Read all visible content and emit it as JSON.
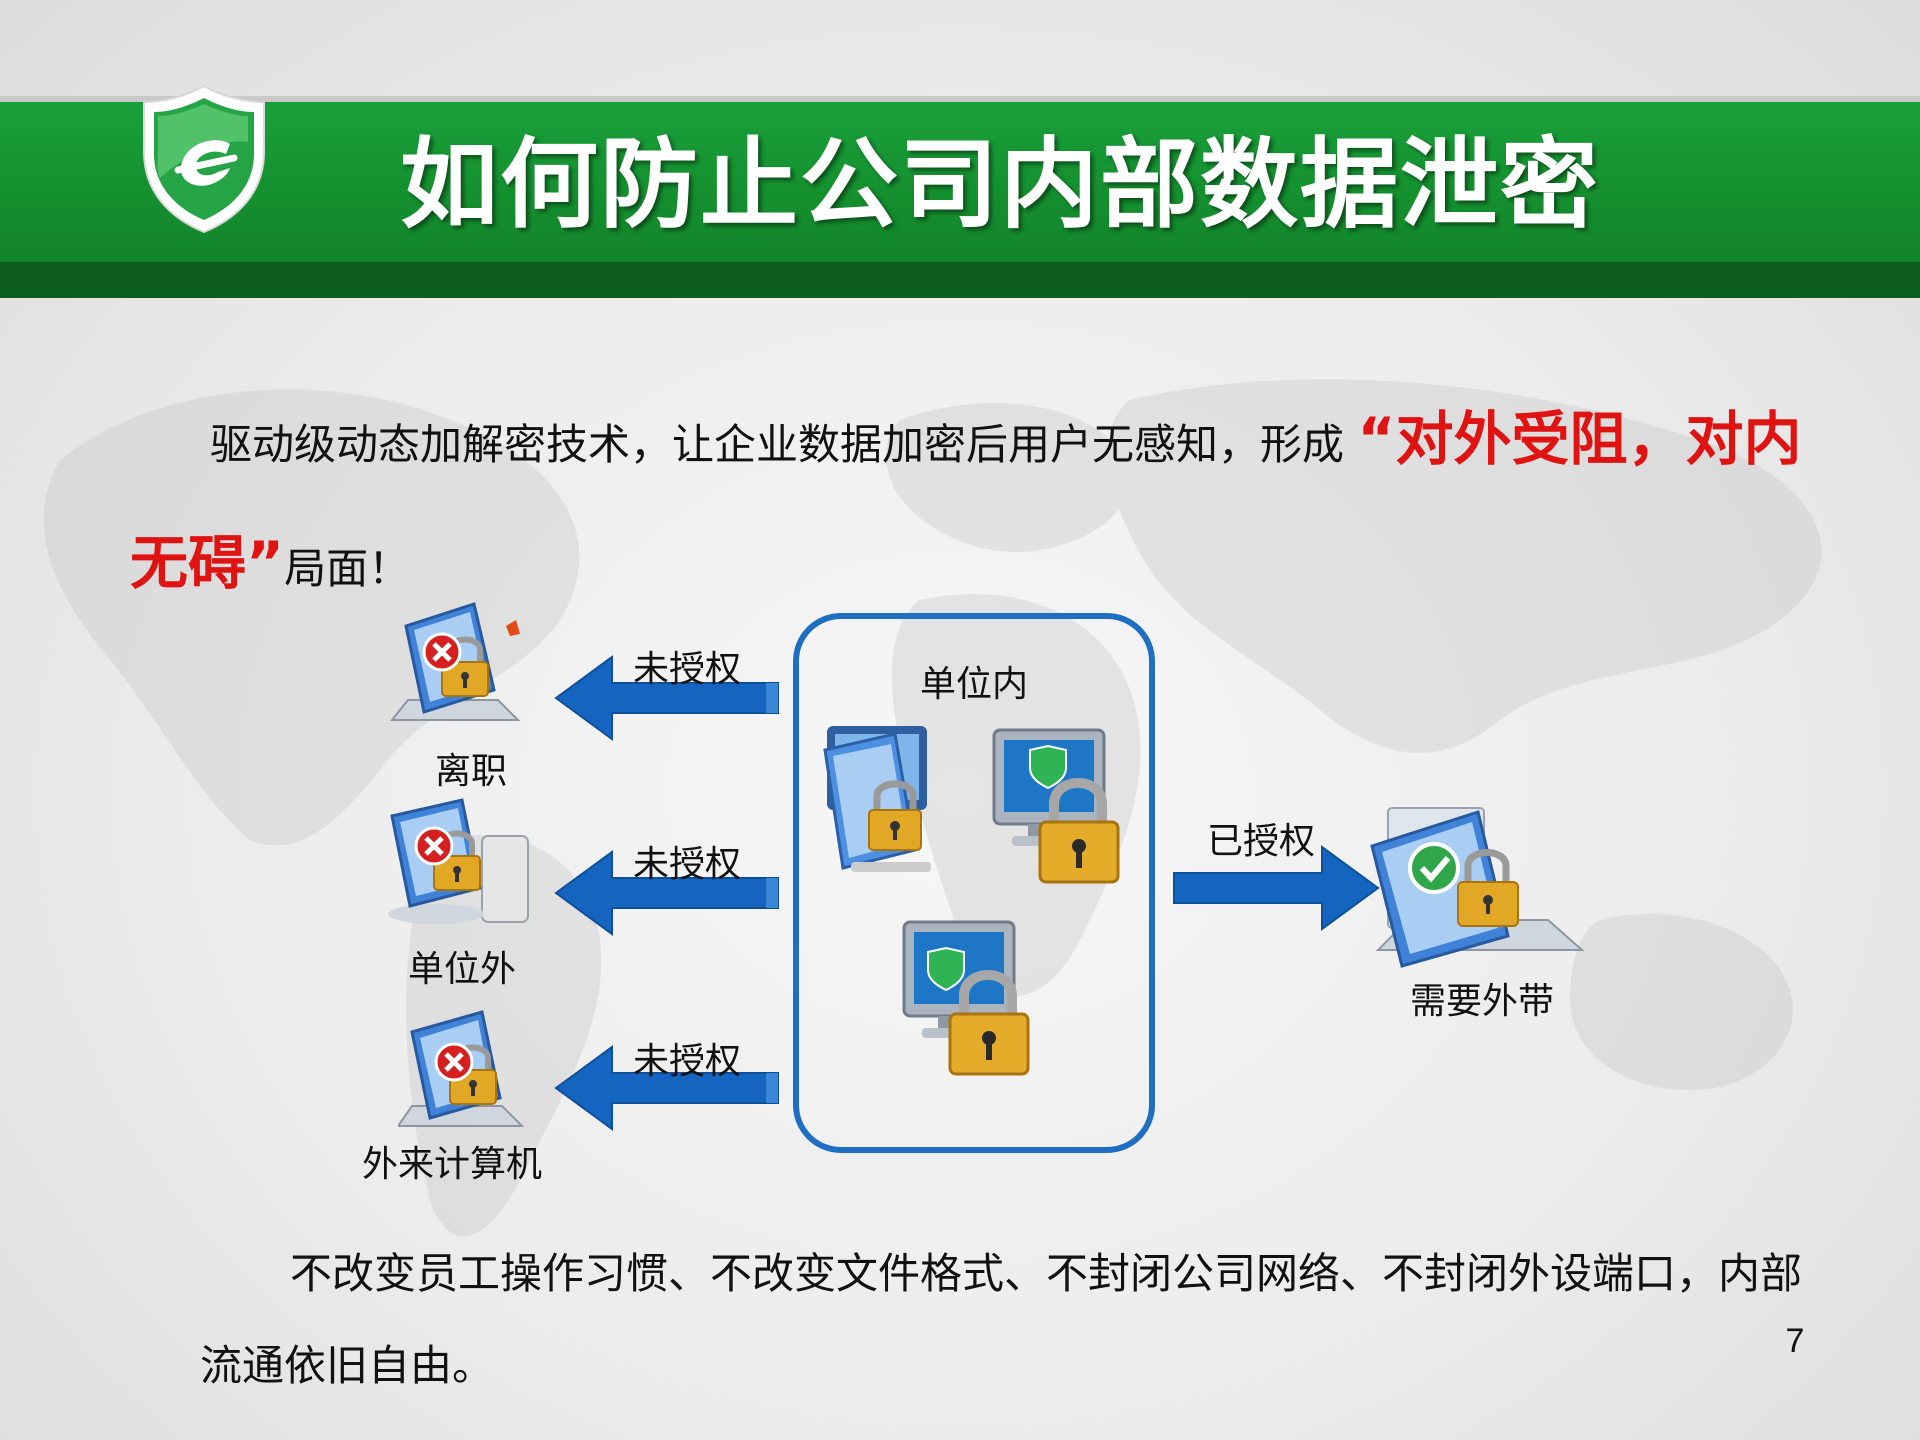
{
  "title": "如何防止公司内部数据泄密",
  "intro": {
    "text_before": "驱动级动态加解密技术，让企业数据加密后用户无感知，形成",
    "highlight": "“对外受阻，对内无碍”",
    "text_after": "局面！"
  },
  "diagram": {
    "inside_label": "单位内",
    "unauthorized_label": "未授权",
    "authorized_label": "已授权",
    "targets": {
      "resigned": "离职",
      "outside": "单位外",
      "foreign_computer": "外来计算机",
      "need_carry_out": "需要外带"
    }
  },
  "outro": "不改变员工操作习惯、不改变文件格式、不封闭公司网络、不封闭外设端口，内部流通依旧自由。",
  "page_number": "7",
  "colors": {
    "header_green": "#15912f",
    "highlight_red": "#e01313",
    "arrow_blue": "#1565c0",
    "box_border": "#1e6fc2"
  }
}
